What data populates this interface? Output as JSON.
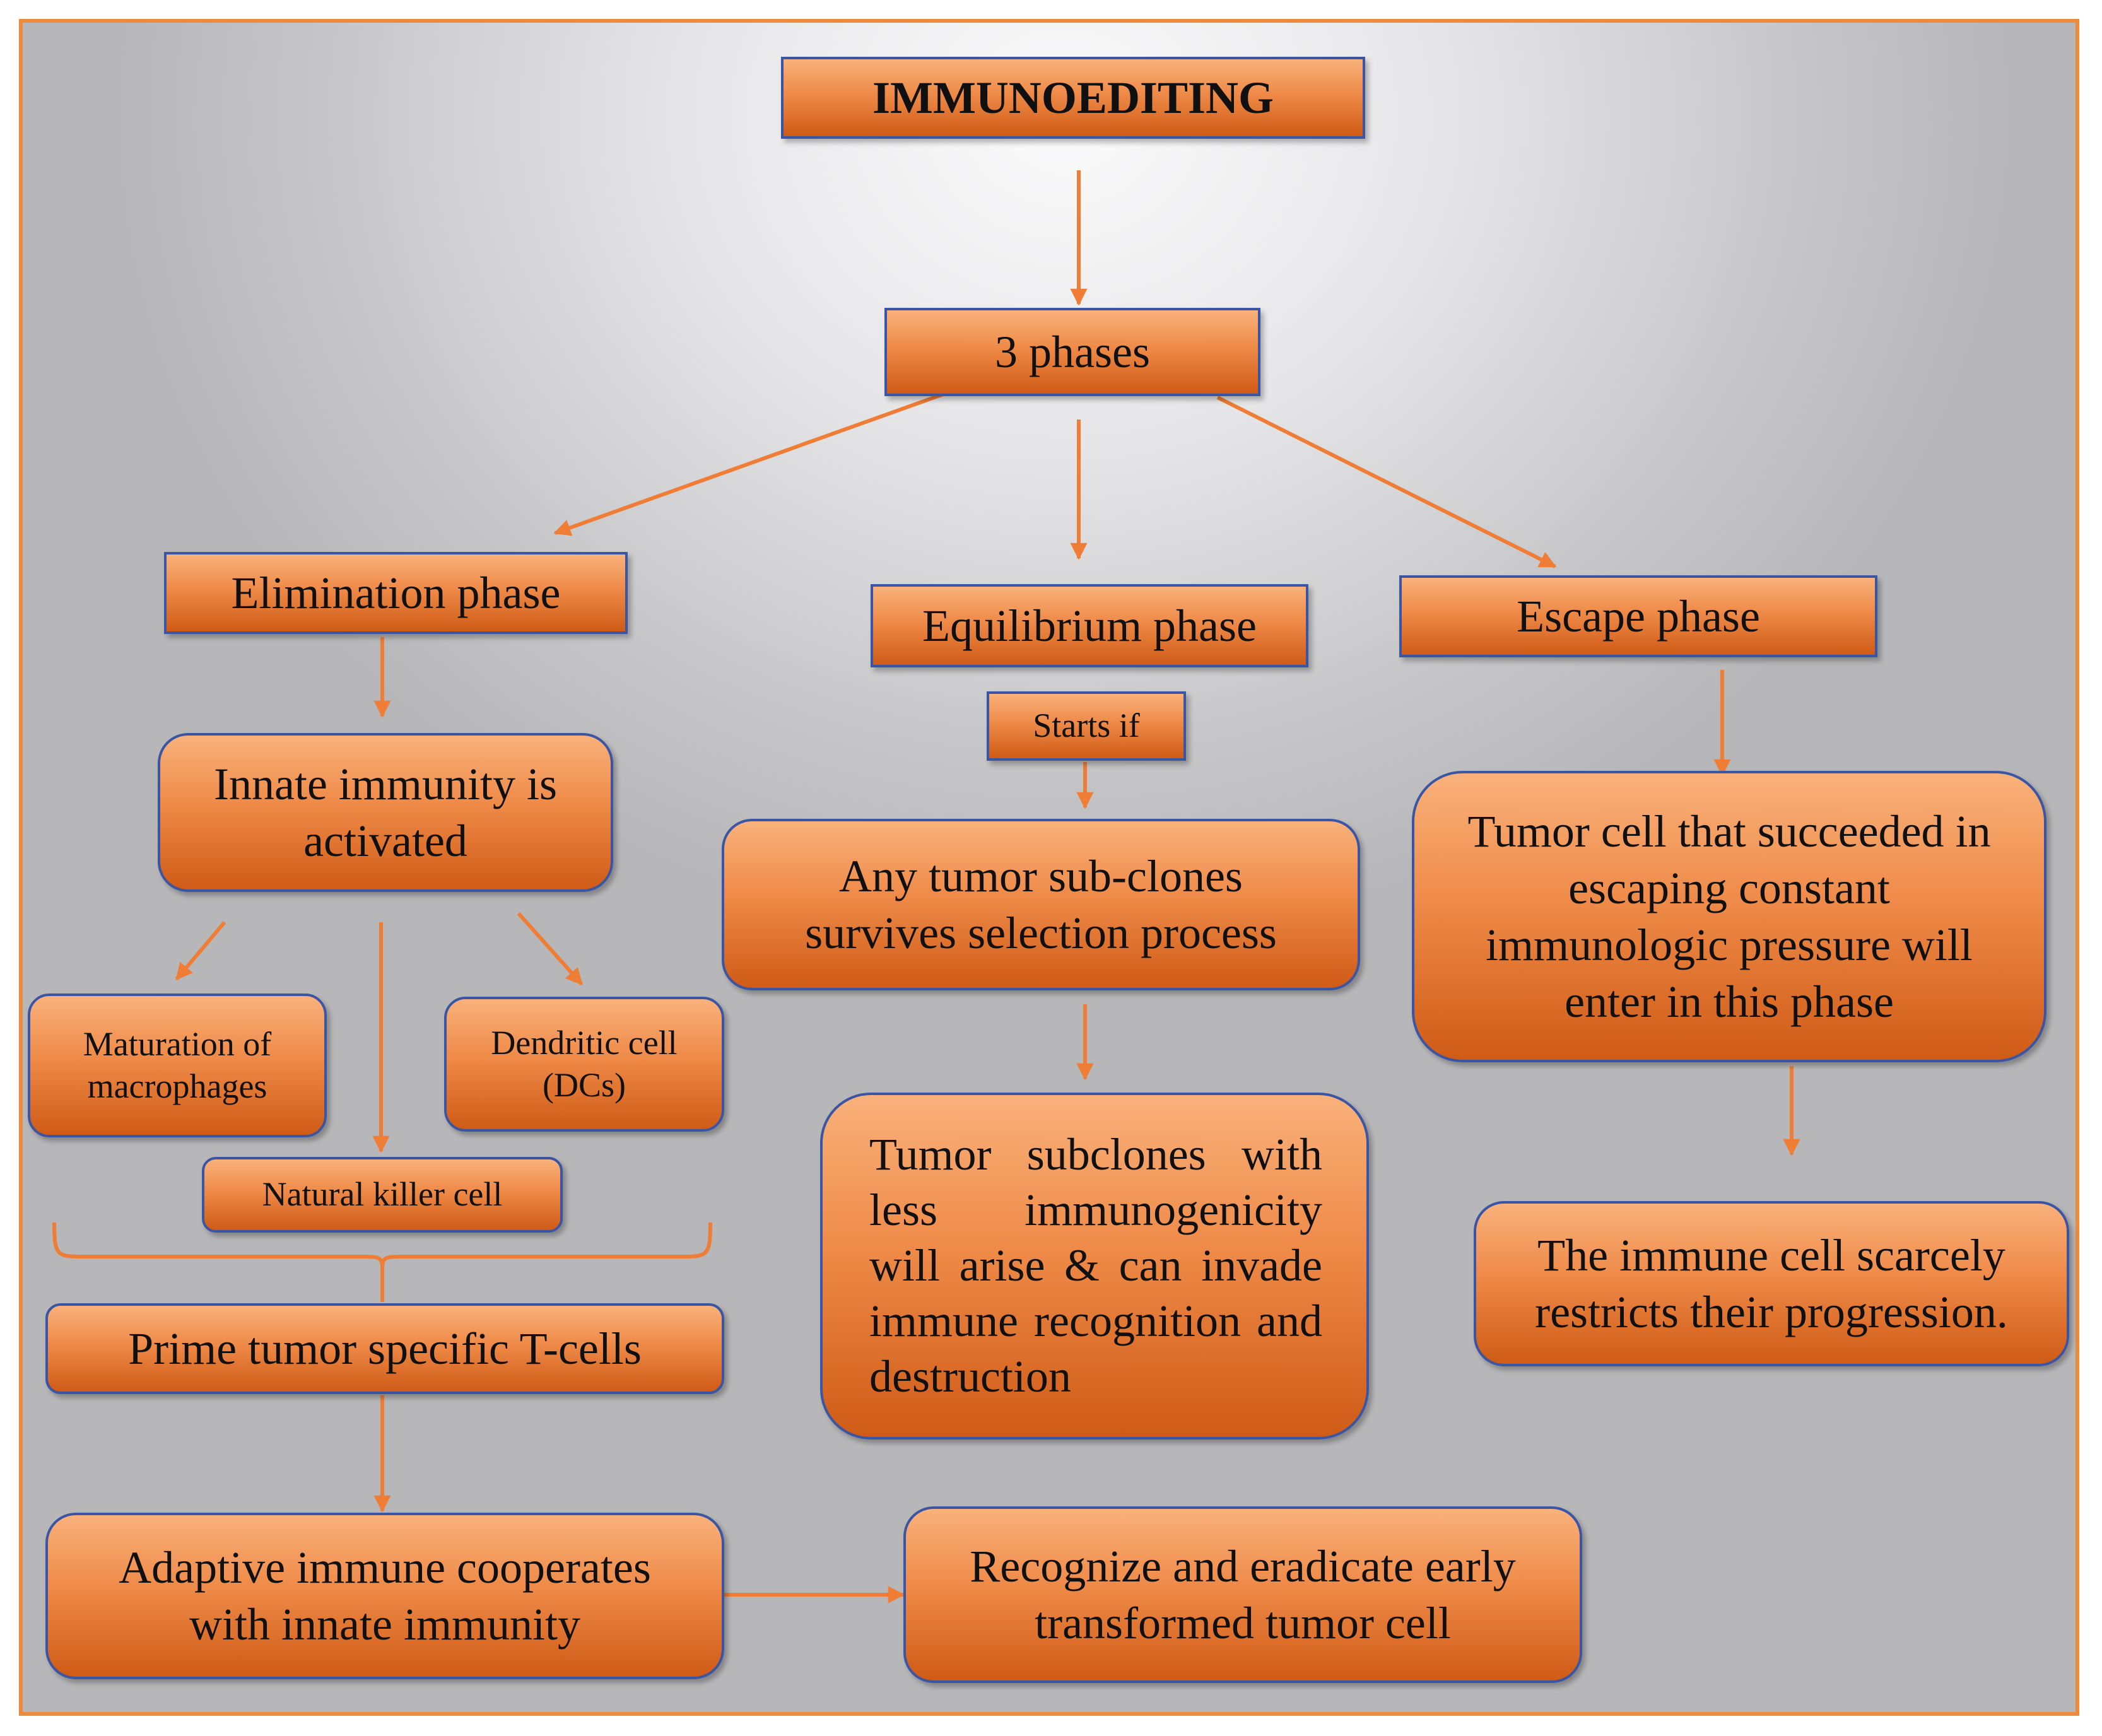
{
  "title": "IMMUNOEDITING",
  "phases": "3 phases",
  "elimination": {
    "phase": "Elimination phase",
    "innate": "Innate immunity is activated",
    "macrophages": "Maturation of macrophages",
    "dendritic": "Dendritic cell (DCs)",
    "nk": "Natural killer cell",
    "prime": "Prime tumor specific T-cells",
    "adaptive": "Adaptive immune cooperates with innate immunity",
    "recognize": "Recognize and eradicate early transformed tumor cell"
  },
  "equilibrium": {
    "phase": "Equilibrium phase",
    "starts_if": "Starts if",
    "subclones": "Any tumor sub-clones survives selection process",
    "less_immunogenic": "Tumor subclones with less immunogenicity will arise & can invade immune recognition and destruction"
  },
  "escape": {
    "phase": "Escape phase",
    "succeeded": "Tumor cell that succeeded in escaping constant immunologic pressure will enter in this phase",
    "restricts": "The immune cell scarcely restricts their progression."
  },
  "colors": {
    "frame": "#ee8a3c",
    "arrow": "#ef7d35",
    "node_border": "#3a55a4",
    "node_top": "#f9b17b",
    "node_bottom": "#cf5b16"
  }
}
